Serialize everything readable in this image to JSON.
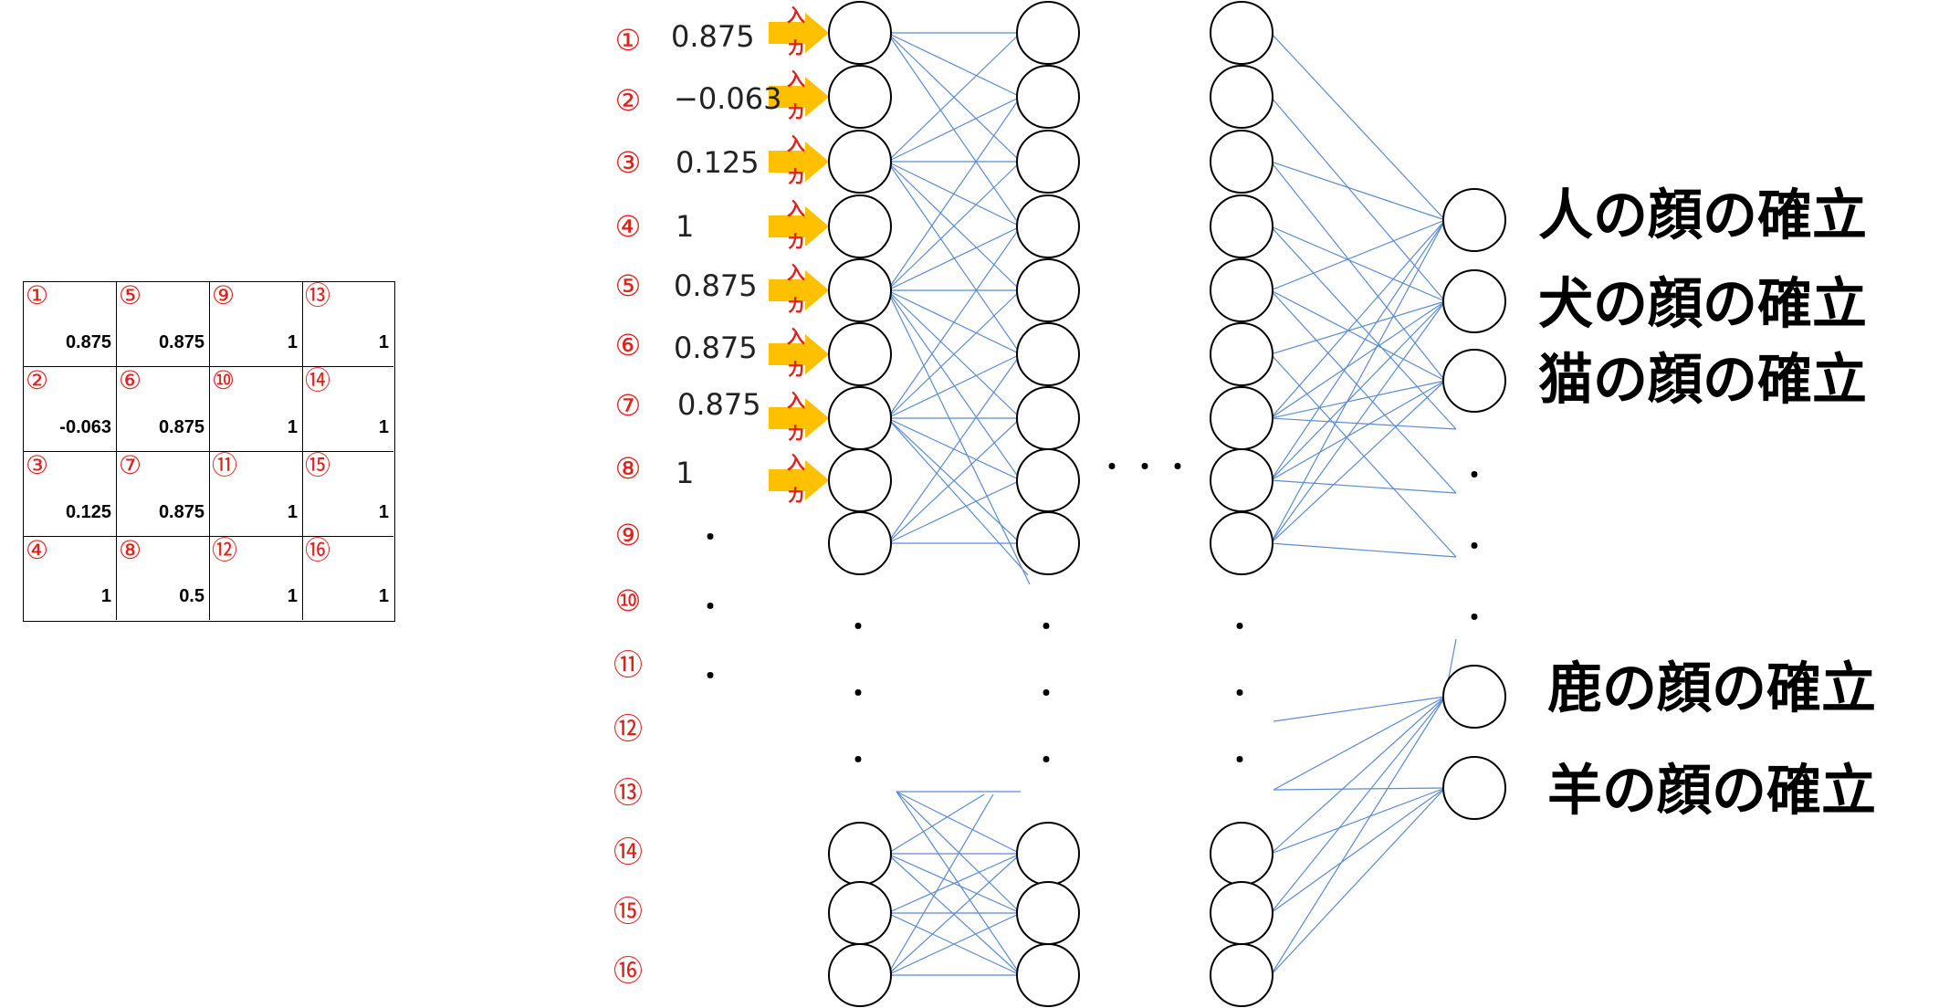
{
  "grid": {
    "cells": [
      {
        "index": "①",
        "value": "0.875"
      },
      {
        "index": "②",
        "value": "-0.063"
      },
      {
        "index": "③",
        "value": "0.125"
      },
      {
        "index": "④",
        "value": "1"
      },
      {
        "index": "⑤",
        "value": "0.875"
      },
      {
        "index": "⑥",
        "value": "0.875"
      },
      {
        "index": "⑦",
        "value": "0.875"
      },
      {
        "index": "⑧",
        "value": "0.5"
      },
      {
        "index": "⑨",
        "value": "1"
      },
      {
        "index": "⑩",
        "value": "1"
      },
      {
        "index": "⑪",
        "value": "1"
      },
      {
        "index": "⑫",
        "value": "1"
      },
      {
        "index": "⑬",
        "value": "1"
      },
      {
        "index": "⑭",
        "value": "1"
      },
      {
        "index": "⑮",
        "value": "1"
      },
      {
        "index": "⑯",
        "value": "1"
      }
    ]
  },
  "inputs": {
    "indices": [
      "①",
      "②",
      "③",
      "④",
      "⑤",
      "⑥",
      "⑦",
      "⑧",
      "⑨",
      "⑩",
      "⑪",
      "⑫",
      "⑬",
      "⑭",
      "⑮",
      "⑯"
    ],
    "values": [
      "0.875",
      "−0.063",
      "0.125",
      "1",
      "0.875",
      "0.875",
      "0.875",
      "1"
    ],
    "arrow_label_top": "入",
    "arrow_label_bottom": "カ",
    "ellipsis": "・"
  },
  "outputs": {
    "labels": [
      "人の顔の確立",
      "犬の顔の確立",
      "猫の顔の確立",
      "鹿の顔の確立",
      "羊の顔の確立"
    ],
    "dot": "・"
  },
  "colors": {
    "index_red": "#e0201a",
    "arrow_yellow": "#ffc000",
    "line_blue": "#5b8bd0",
    "node_stroke": "#000000"
  }
}
